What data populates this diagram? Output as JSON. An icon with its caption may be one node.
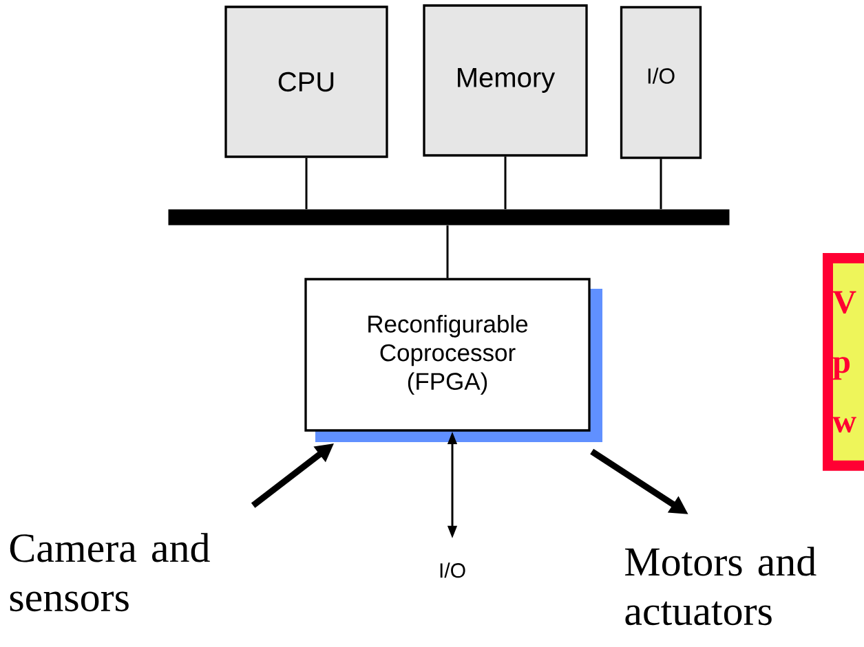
{
  "diagram": {
    "nodes": [
      {
        "text": [
          "CPU"
        ]
      },
      {
        "text": [
          "Memory"
        ]
      },
      {
        "text": [
          "I/O"
        ]
      },
      {
        "text": [],
        "shape": "bar"
      },
      {
        "text": [
          "Reconfigurable Coprocessor (FPGA)"
        ]
      },
      {
        "text": [
          "Camera and sensors"
        ]
      },
      {
        "text": [
          "I/O"
        ]
      },
      {
        "text": [
          "Motors and actuators"
        ]
      },
      {
        "text": [
          "V p w"
        ]
      }
    ],
    "edges": [
      {
        "from": 0,
        "to": 3,
        "arrow": "none"
      },
      {
        "from": 1,
        "to": 3,
        "arrow": "none"
      },
      {
        "from": 2,
        "to": 3,
        "arrow": "none"
      },
      {
        "from": 3,
        "to": 4,
        "arrow": "none"
      },
      {
        "from": 5,
        "to": 4,
        "arrow": "to",
        "style": "thick"
      },
      {
        "from": 4,
        "to": 6,
        "arrow": "both"
      },
      {
        "from": 4,
        "to": 7,
        "arrow": "to",
        "style": "thick"
      }
    ]
  }
}
